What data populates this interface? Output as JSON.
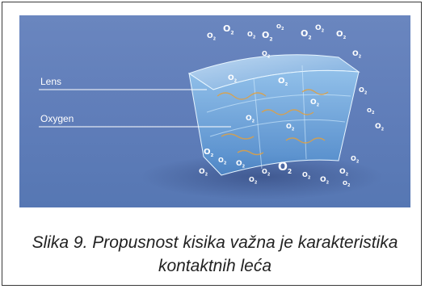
{
  "figure": {
    "labels": {
      "lens": "Lens",
      "oxygen": "Oxygen"
    },
    "molecule_symbol": "O",
    "molecule_subscript": "2",
    "colors": {
      "background": "#5f7db9",
      "lens": "#8ec6f0",
      "label_line": "#ffffff"
    }
  },
  "caption": {
    "line1": "Slika 9. Propusnost kisika važna je karakteristika",
    "line2": "kontaktnih leća"
  }
}
